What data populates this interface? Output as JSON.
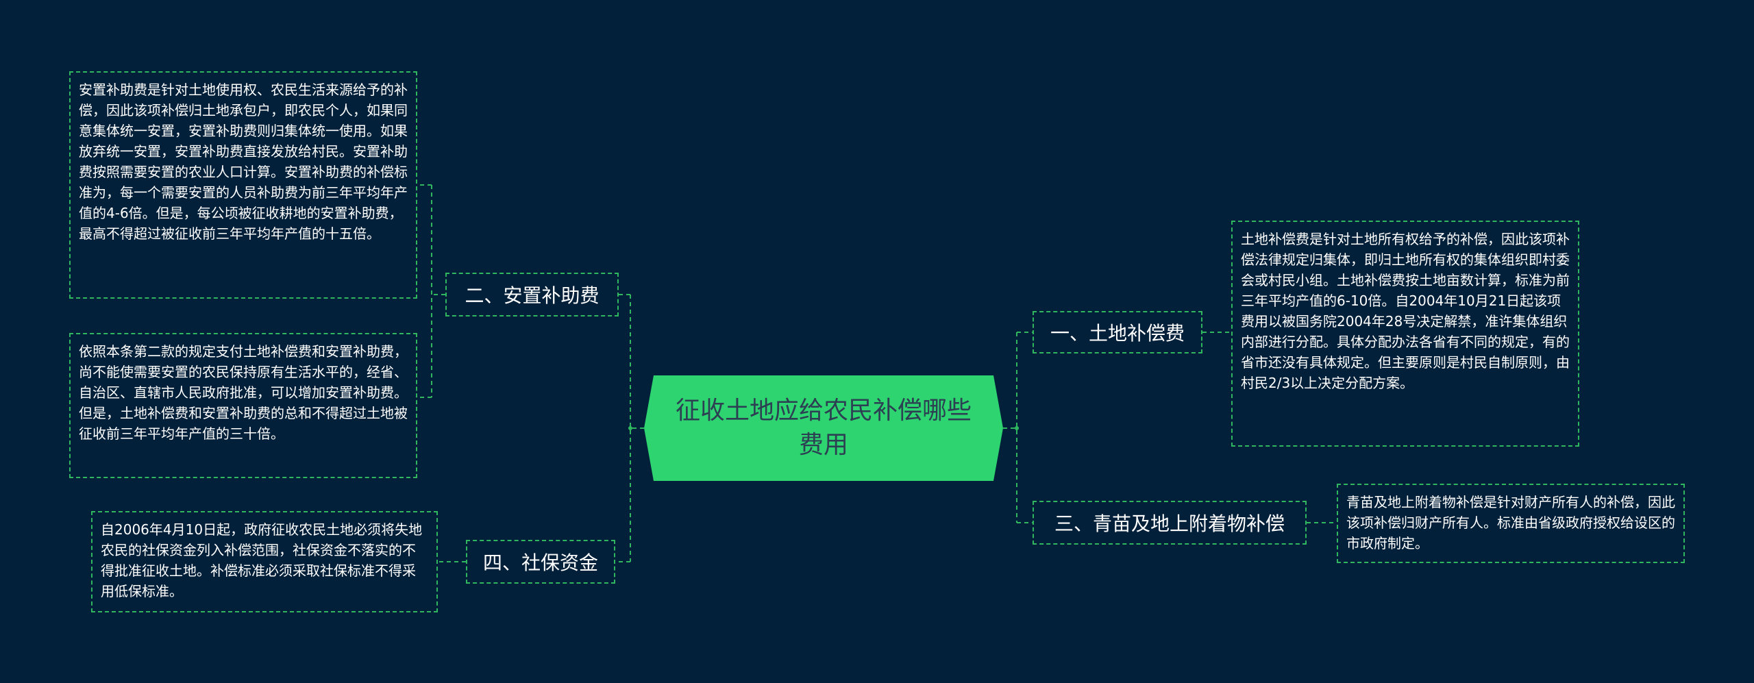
{
  "center": {
    "title": "征收土地应给农民补偿哪些费用"
  },
  "branches": {
    "b1": {
      "label": "一、土地补偿费",
      "details": [
        "土地补偿费是针对土地所有权给予的补偿，因此该项补偿法律规定归集体，即归土地所有权的集体组织即村委会或村民小组。土地补偿费按土地亩数计算，标准为前三年平均产值的6-10倍。自2004年10月21日起该项费用以被国务院2004年28号决定解禁，准许集体组织内部进行分配。具体分配办法各省有不同的规定，有的省市还没有具体规定。但主要原则是村民自制原则，由村民2/3以上决定分配方案。"
      ]
    },
    "b2": {
      "label": "二、安置补助费",
      "details": [
        "安置补助费是针对土地使用权、农民生活来源给予的补偿，因此该项补偿归土地承包户，即农民个人，如果同意集体统一安置，安置补助费则归集体统一使用。如果放弃统一安置，安置补助费直接发放给村民。安置补助费按照需要安置的农业人口计算。安置补助费的补偿标准为，每一个需要安置的人员补助费为前三年平均年产值的4-6倍。但是，每公顷被征收耕地的安置补助费，最高不得超过被征收前三年平均年产值的十五倍。",
        "依照本条第二款的规定支付土地补偿费和安置补助费，尚不能使需要安置的农民保持原有生活水平的，经省、自治区、直辖市人民政府批准，可以增加安置补助费。但是，土地补偿费和安置补助费的总和不得超过土地被征收前三年平均年产值的三十倍。"
      ]
    },
    "b3": {
      "label": "三、青苗及地上附着物补偿",
      "details": [
        "青苗及地上附着物补偿是针对财产所有人的补偿，因此该项补偿归财产所有人。标准由省级政府授权给设区的市政府制定。"
      ]
    },
    "b4": {
      "label": "四、社保资金",
      "details": [
        "自2006年4月10日起，政府征收农民土地必须将失地农民的社保资金列入补偿范围，社保资金不落实的不得批准征收土地。补偿标准必须采取社保标准不得采用低保标准。"
      ]
    }
  },
  "colors": {
    "background": "#03203a",
    "center_fill": "#2dd46f",
    "center_text": "#2d3f52",
    "connector": "#2fb75f",
    "text": "#ffffff"
  }
}
